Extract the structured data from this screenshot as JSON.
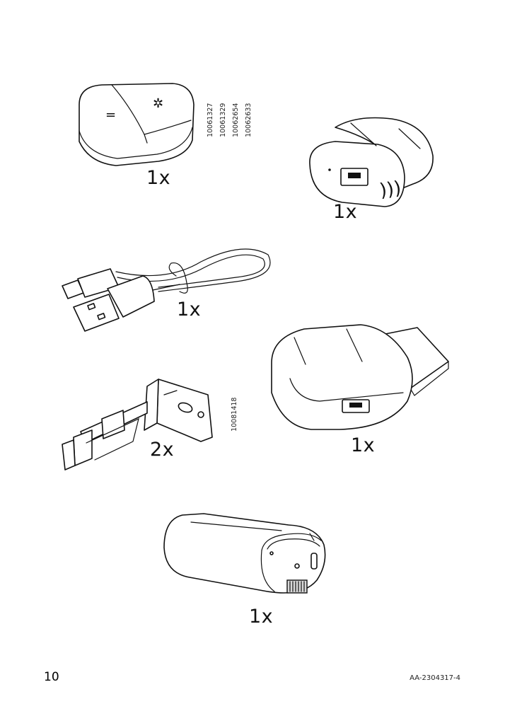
{
  "items": [
    {
      "quantity": "1x",
      "article_numbers": [
        "10061327",
        "10061329",
        "10062654",
        "10062633"
      ],
      "icon": "shortcut-remote-button"
    },
    {
      "quantity": "1x",
      "article_numbers": [],
      "icon": "wireless-usb-receiver"
    },
    {
      "quantity": "1x",
      "article_numbers": [],
      "icon": "usb-cable"
    },
    {
      "quantity": "1x",
      "article_numbers": [],
      "icon": "usb-power-adapter"
    },
    {
      "quantity": "2x",
      "article_numbers": [
        "10081418"
      ],
      "icon": "mounting-bracket"
    },
    {
      "quantity": "1x",
      "article_numbers": [],
      "icon": "battery-pack"
    }
  ],
  "footer": {
    "page_number": "10",
    "document_code": "AA-2304317-4"
  }
}
